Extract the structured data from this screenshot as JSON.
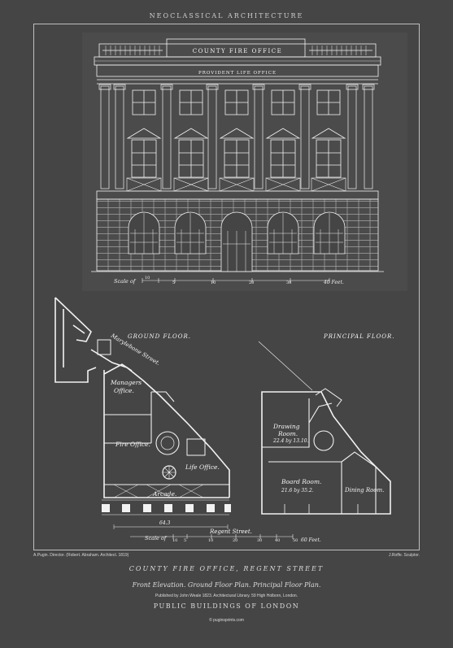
{
  "series_title": "NEOCLASSICAL ARCHITECTURE",
  "facade": {
    "sign_top": "COUNTY   FIRE   OFFICE",
    "sign_band": "PROVIDENT LIFE OFFICE",
    "scale_label": "Scale of",
    "scale_marks": [
      "10",
      "5",
      "10",
      "20",
      "30"
    ],
    "scale_unit": "40 Feet."
  },
  "plans": {
    "ground_floor_title": "GROUND FLOOR.",
    "principal_floor_title": "PRINCIPAL FLOOR.",
    "street_marylebone": "Marylebone Street.",
    "street_regent": "Regent Street.",
    "rooms": {
      "managers": "Managers",
      "office": "Office.",
      "fire_office": "Fire Office.",
      "life_office": "Life Office.",
      "arcade": "Arcade.",
      "drawing_room_a": "Drawing",
      "drawing_room_b": "Room.",
      "drawing_room_dims": "22.4 by 13.10.",
      "board_room": "Board Room.",
      "board_room_dims": "21.6 by 35.2.",
      "dining_room": "Dining Room."
    },
    "dim_label": "64.3",
    "scale_label": "Scale of",
    "scale_marks": [
      "10",
      "5",
      "10",
      "20",
      "30",
      "40",
      "50"
    ],
    "scale_unit": "60 Feet."
  },
  "credits": {
    "left": "A.Pugin. Director. (Robert. Abraham. Architect. 1819)",
    "right": "J.Roffe. Sculptor."
  },
  "caption": {
    "title": "COUNTY FIRE OFFICE, REGENT STREET",
    "subtitle": "Front Elevation. Ground Floor Plan. Principal Floor Plan.",
    "publisher": "Published by John Weale 1823. Architectural Library. 59 High Holborn, London.",
    "collection": "PUBLIC BUILDINGS OF LONDON",
    "website": "© puginsprints.com"
  },
  "colors": {
    "background": "#454545",
    "line": "#f2f2f2",
    "frame": "#bfbfbf"
  }
}
